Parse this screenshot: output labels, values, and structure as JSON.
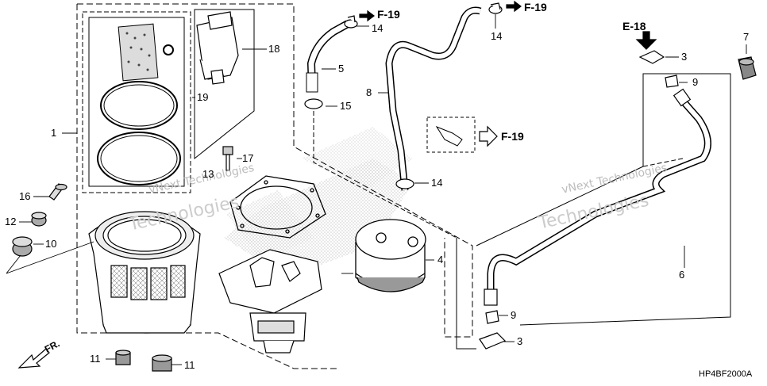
{
  "callouts": {
    "p1": "1",
    "p3a": "3",
    "p3b": "3",
    "p4": "4",
    "p5": "5",
    "p6": "6",
    "p7": "7",
    "p8": "8",
    "p9a": "9",
    "p9b": "9",
    "p10": "10",
    "p11a": "11",
    "p11b": "11",
    "p12": "12",
    "p13": "13",
    "p14a": "14",
    "p14b": "14",
    "p14c": "14",
    "p15": "15",
    "p16": "16",
    "p17": "17",
    "p18": "18",
    "p19": "19"
  },
  "refs": {
    "f19a": "F-19",
    "f19b": "F-19",
    "f19c": "F-19",
    "e18": "E-18"
  },
  "watermark": {
    "line1": "vNext Technologies",
    "line2": "Technologies",
    "line3": "vNext Technologies",
    "line4": "Technologies"
  },
  "diagram_code": "HP4BF2000A",
  "front_label": "FR.",
  "colors": {
    "line": "#000000",
    "hatch": "#9a9a9a",
    "watermark": "#bdbdbd"
  }
}
